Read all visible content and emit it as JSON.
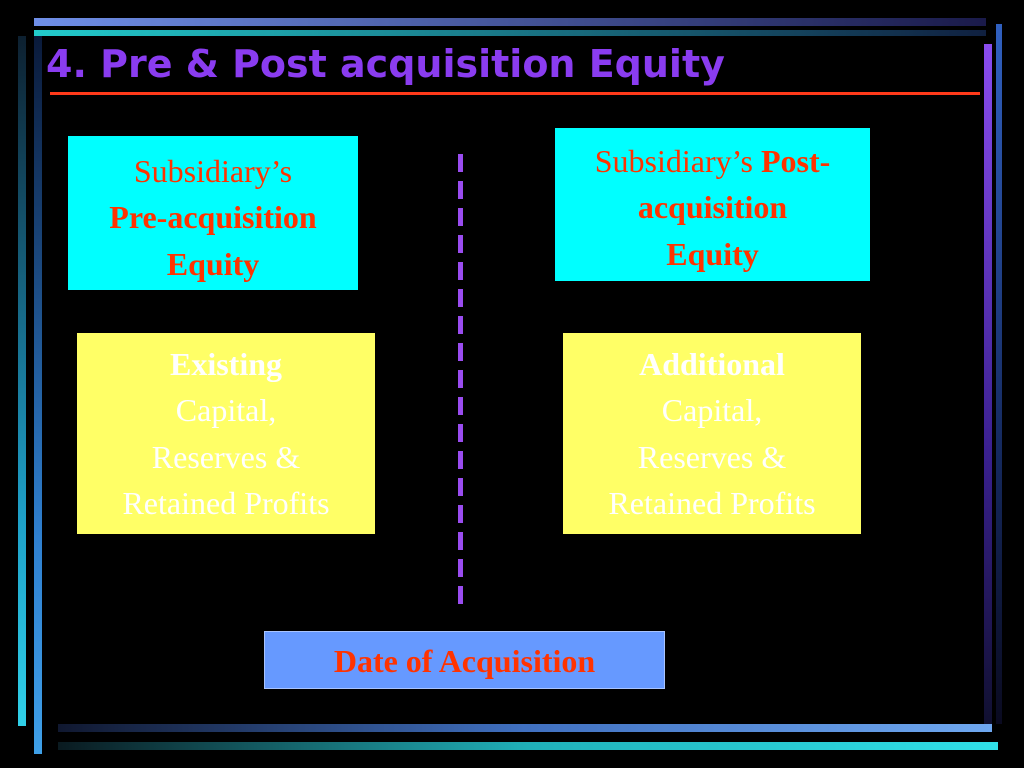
{
  "slide": {
    "title": "4. Pre & Post acquisition Equity"
  },
  "pre_box": {
    "line1": "Subsidiary’s",
    "line2": "Pre-acquisition",
    "line3": "Equity"
  },
  "post_box": {
    "line1_regular": "Subsidiary’s ",
    "line1_bold": "Post-",
    "line2": "acquisition",
    "line3": "Equity"
  },
  "existing_box": {
    "heading": "Existing",
    "line2": "Capital,",
    "line3": "Reserves &",
    "line4": "Retained Profits"
  },
  "additional_box": {
    "heading": "Additional",
    "line2": "Capital,",
    "line3": "Reserves &",
    "line4": "Retained Profits"
  },
  "date_box": {
    "label": "Date of Acquisition"
  },
  "colors": {
    "title": "#8a3cf0",
    "title_rule": "#ff3a1a",
    "cyan_box": "#00ffff",
    "yellow_box": "#ffff66",
    "blue_box": "#6699ff",
    "emphasis_text": "#ff3300",
    "divider": "#9a4cf0"
  }
}
